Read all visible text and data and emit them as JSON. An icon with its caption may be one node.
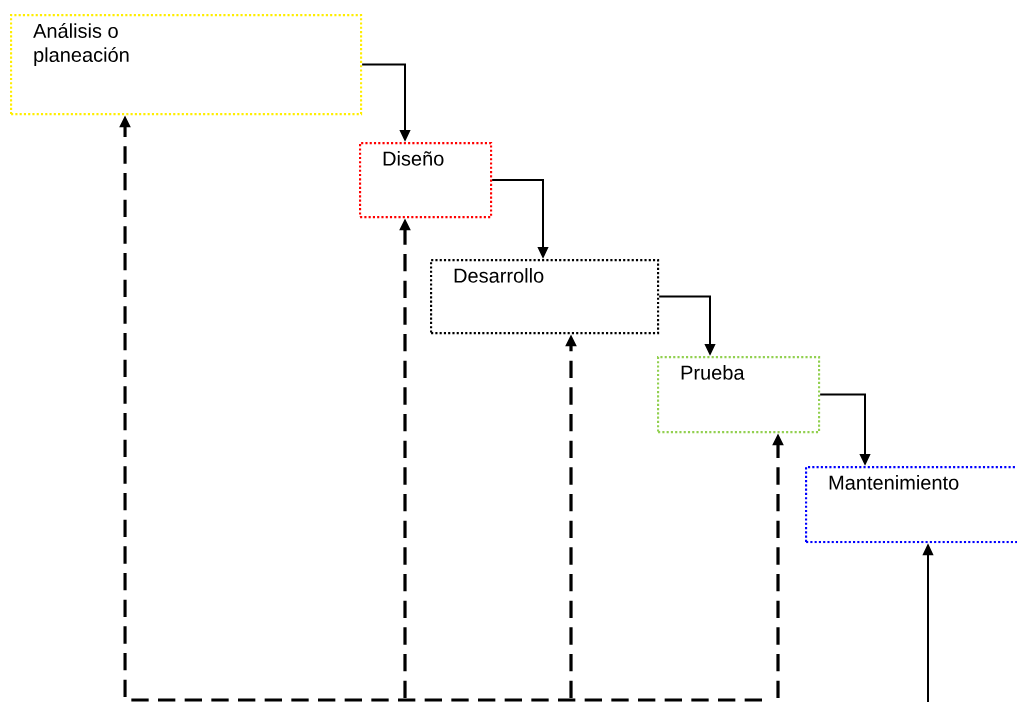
{
  "diagram": {
    "nodes": [
      {
        "text": [
          "Análisis o planeación"
        ]
      },
      {
        "text": [
          "Diseño"
        ]
      },
      {
        "text": [
          "Desarrollo"
        ]
      },
      {
        "text": [
          "Prueba"
        ]
      },
      {
        "text": [
          "Mantenimiento"
        ]
      }
    ],
    "edges": [
      {
        "from": 0,
        "to": 1,
        "arrow": "to"
      },
      {
        "from": 1,
        "to": 2,
        "arrow": "to"
      },
      {
        "from": 2,
        "to": 3,
        "arrow": "to"
      },
      {
        "from": 3,
        "to": 4,
        "arrow": "to"
      },
      {
        "from": null,
        "to": 0,
        "arrow": "to",
        "style": "dashed"
      },
      {
        "from": null,
        "to": 1,
        "arrow": "to",
        "style": "dashed"
      },
      {
        "from": null,
        "to": 2,
        "arrow": "to",
        "style": "dashed"
      },
      {
        "from": null,
        "to": 3,
        "arrow": "to",
        "style": "dashed"
      },
      {
        "from": null,
        "to": 4,
        "arrow": "to"
      }
    ]
  }
}
